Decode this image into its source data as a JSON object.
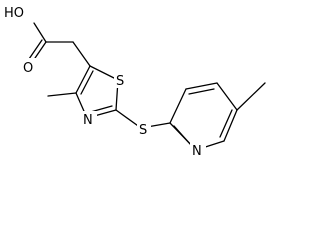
{
  "diagram": {
    "type": "chemical-structure",
    "atoms": {
      "hydroxyl": "HO",
      "carbonyl_oxygen": "O",
      "thiazole_sulfur": "S",
      "thiazole_nitrogen": "N",
      "thioether_sulfur": "S",
      "pyridine_nitrogen": "N"
    },
    "colors": {
      "stroke": "#000000",
      "background": "#ffffff"
    }
  }
}
